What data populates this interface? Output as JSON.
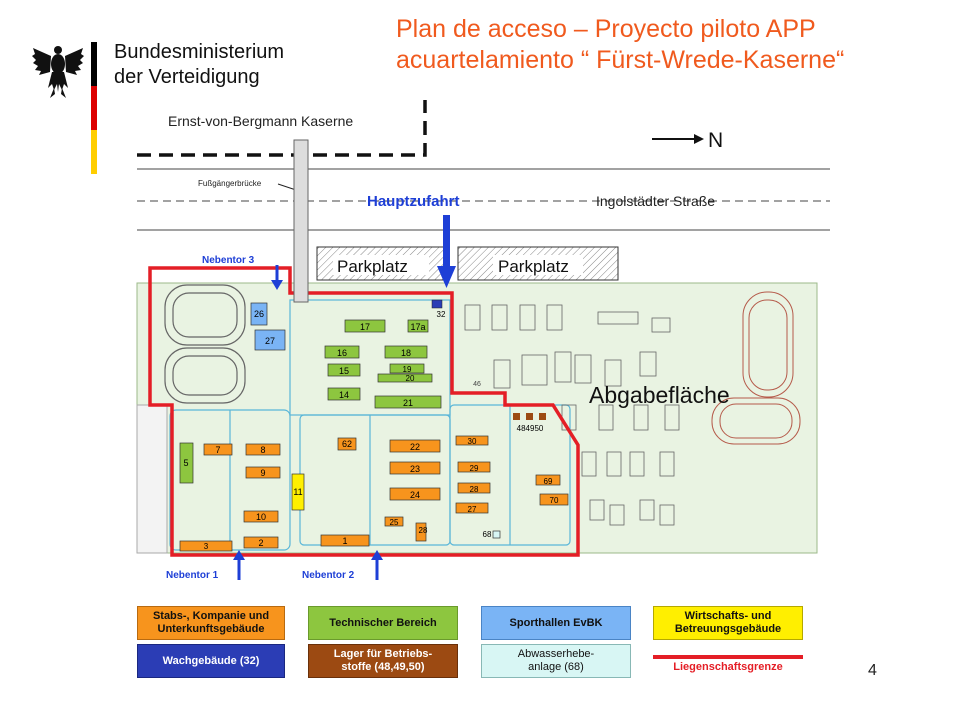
{
  "header": {
    "title_line1": "Plan de acceso – Proyecto piloto APP",
    "title_line2": "acuartelamiento “ Fürst-Wrede-Kaserne“",
    "ministry_line1": "Bundesministerium",
    "ministry_line2": "der Verteidigung"
  },
  "map": {
    "barracks_north": "Ernst-von-Bergmann Kaserne",
    "north_label": "N",
    "footbridge": "Fußgängerbrücke",
    "main_entrance": "Hauptzufahrt",
    "street": "Ingolstädter Straße",
    "parking": [
      "Parkplatz",
      "Parkplatz"
    ],
    "gate3": "Nebentor 3",
    "gate1": "Nebentor 1",
    "gate2": "Nebentor 2",
    "transfer_area": "Abgabefläche",
    "buildings": {
      "b26": "26",
      "b27a": "27",
      "b32": "32",
      "b17": "17",
      "b17a": "17a",
      "b16": "16",
      "b18": "18",
      "b15": "15",
      "b19": "19",
      "b20": "20",
      "b14": "14",
      "b21": "21",
      "b484950": "484950",
      "b62": "62",
      "b22": "22",
      "b30": "30",
      "b5": "5",
      "b7": "7",
      "b8": "8",
      "b23": "23",
      "b29": "29",
      "b69": "69",
      "b9": "9",
      "b11": "11",
      "b24": "24",
      "b28a": "28",
      "b70": "70",
      "b10": "10",
      "b27b": "27",
      "b25": "25",
      "b28b": "28",
      "b68": "68",
      "b3": "3",
      "b2": "2",
      "b1": "1",
      "b46": "46"
    }
  },
  "legend": {
    "staff": "Stabs-, Kompanie und Unterkunftsgebäude",
    "technical": "Technischer Bereich",
    "sports": "Sporthallen EvBK",
    "catering": "Wirtschafts- und Betreuungsgebäude",
    "guard": "Wachgebäude (32)",
    "fuel": "Lager für Betriebs-stoffe (48,49,50)",
    "sewage": "Abwasserhebe-anlage (68)",
    "boundary": "Liegenschaftsgrenze"
  },
  "page_number": "4",
  "colors": {
    "title": "#f05a1e",
    "staff": "#f7941d",
    "technical": "#8dc63f",
    "sports": "#7ab4f5",
    "catering": "#ffef00",
    "guard": "#2b3db5",
    "fuel": "#9c4a12",
    "sewage": "#d8f6f4",
    "boundary": "#e41e26",
    "main_entrance": "#1e3fd6"
  }
}
